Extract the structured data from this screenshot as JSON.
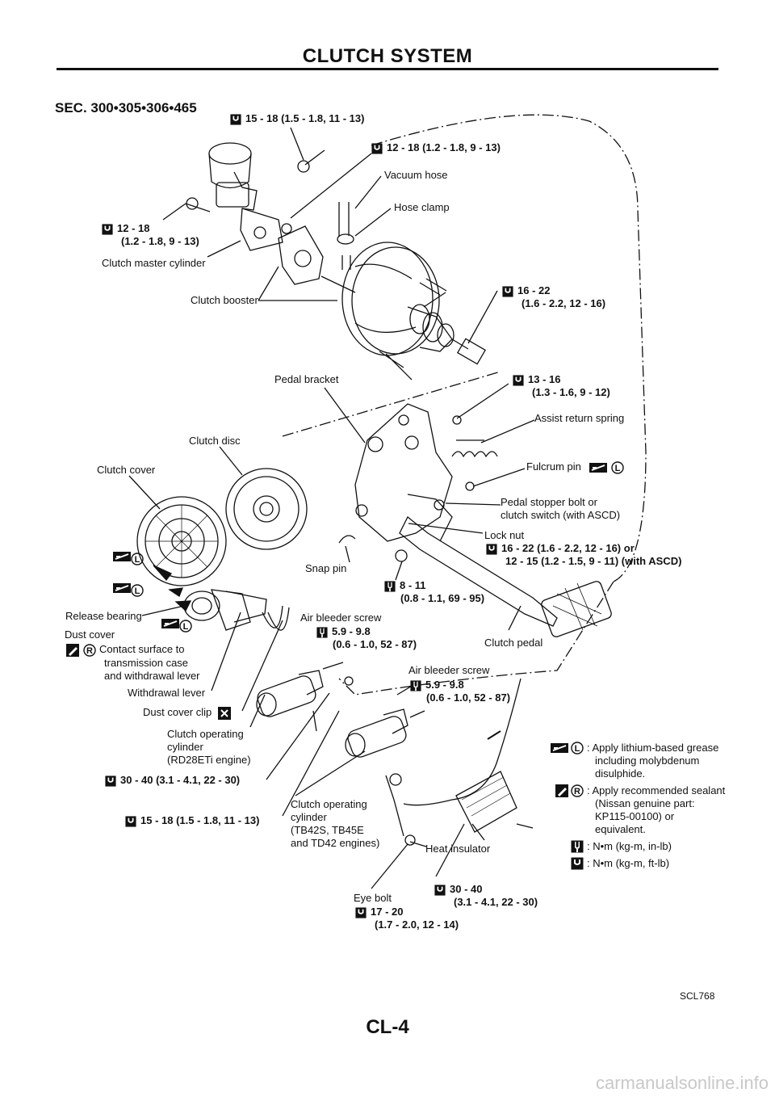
{
  "header": {
    "title": "CLUTCH SYSTEM"
  },
  "section_code": "SEC. 300•305•306•465",
  "callouts": {
    "torque_top": "15 - 18 (1.5 - 1.8, 11 - 13)",
    "torque_booster_upper": "12 - 18 (1.2 - 1.8, 9 - 13)",
    "vacuum_hose": "Vacuum hose",
    "hose_clamp": "Hose clamp",
    "torque_master_l1": "12 - 18",
    "torque_master_l2": "(1.2 - 1.8, 9 - 13)",
    "clutch_master_cylinder": "Clutch master cylinder",
    "clutch_booster": "Clutch booster",
    "torque_booster_rod_l1": "16 - 22",
    "torque_booster_rod_l2": "(1.6 - 2.2, 12 - 16)",
    "pedal_bracket": "Pedal bracket",
    "torque_bracket_l1": "13 - 16",
    "torque_bracket_l2": "(1.3 - 1.6, 9 - 12)",
    "assist_return_spring": "Assist return spring",
    "clutch_disc": "Clutch disc",
    "clutch_cover": "Clutch cover",
    "fulcrum_pin": "Fulcrum pin",
    "pedal_stopper_l1": "Pedal stopper bolt or",
    "pedal_stopper_l2": "clutch switch (with ASCD)",
    "lock_nut": "Lock nut",
    "torque_locknut_l1": "16 - 22 (1.6 - 2.2, 12 - 16) or",
    "torque_locknut_l2": "12 - 15 (1.2 - 1.5, 9 - 11) (with ASCD)",
    "snap_pin": "Snap pin",
    "torque_pivot_l1": "8 - 11",
    "torque_pivot_l2": "(0.8 - 1.1, 69 - 95)",
    "release_bearing": "Release bearing",
    "air_bleeder_screw_1": "Air bleeder screw",
    "torque_bleeder1_l1": "5.9 - 9.8",
    "torque_bleeder1_l2": "(0.6 - 1.0, 52 - 87)",
    "dust_cover": "Dust cover",
    "contact_surface_l1": "Contact surface to",
    "contact_surface_l2": "transmission case",
    "contact_surface_l3": "and withdrawal lever",
    "clutch_pedal": "Clutch pedal",
    "air_bleeder_screw_2": "Air bleeder screw",
    "torque_bleeder2_l1": "5.9 - 9.8",
    "torque_bleeder2_l2": "(0.6 - 1.0, 52 - 87)",
    "withdrawal_lever": "Withdrawal lever",
    "dust_cover_clip": "Dust cover clip",
    "op_cyl_rd_l1": "Clutch operating",
    "op_cyl_rd_l2": "cylinder",
    "op_cyl_rd_l3": "(RD28ETi engine)",
    "torque_opcyl_rd": "30 - 40 (3.1 - 4.1, 22 - 30)",
    "op_cyl_tb_l1": "Clutch operating",
    "op_cyl_tb_l2": "cylinder",
    "op_cyl_tb_l3": "(TB42S, TB45E",
    "op_cyl_tb_l4": "and TD42 engines)",
    "torque_opcyl_tb": "15 - 18 (1.5 - 1.8, 11 - 13)",
    "heat_insulator": "Heat insulator",
    "eye_bolt": "Eye bolt",
    "torque_eyebolt_l1": "17 - 20",
    "torque_eyebolt_l2": "(1.7 - 2.0, 12 - 14)",
    "torque_insulator_l1": "30 - 40",
    "torque_insulator_l2": "(3.1 - 4.1, 22 - 30)"
  },
  "legend": [
    {
      "symbol": "grease-L-icon",
      "text_l1": ": Apply lithium-based grease",
      "text_l2": "including molybdenum",
      "text_l3": "disulphide."
    },
    {
      "symbol": "sealant-R-icon",
      "text_l1": ": Apply recommended sealant",
      "text_l2": "(Nissan genuine part:",
      "text_l3": "KP115-00100) or equivalent."
    },
    {
      "symbol": "torque-inlb-icon",
      "text_l1": ": N•m (kg-m, in-lb)"
    },
    {
      "symbol": "torque-ftlb-icon",
      "text_l1": ": N•m (kg-m, ft-lb)"
    }
  ],
  "figure_code": "SCL768",
  "page_number": "CL-4",
  "footer_url": "carmanualsonline.info",
  "colors": {
    "ink": "#111111",
    "watermark": "#c8c8c8"
  }
}
